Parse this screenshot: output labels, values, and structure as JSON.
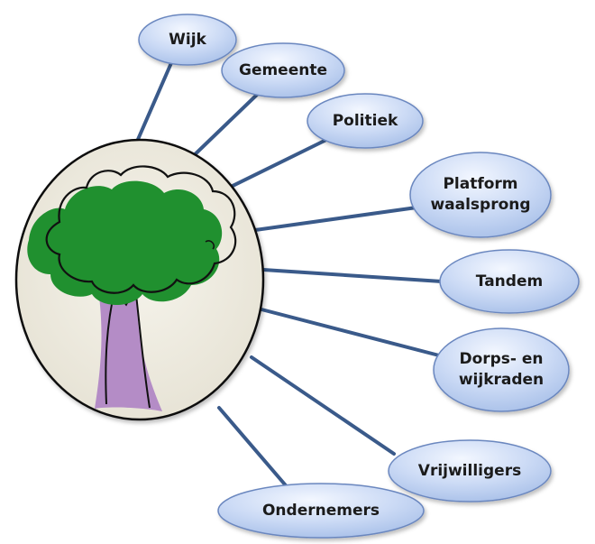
{
  "diagram": {
    "colors": {
      "connector": "#3a5a8a",
      "node_fill_light": "#f3f7ff",
      "node_fill_dark": "#a7bfe8",
      "node_stroke": "#6b87bf",
      "circle_fill": "#eeebe0",
      "canopy": "#20902f",
      "trunk": "#b48cc6"
    },
    "center_icon": "tree-icon",
    "nodes": [
      {
        "id": "wijk",
        "label": "Wijk"
      },
      {
        "id": "gemeente",
        "label": "Gemeente"
      },
      {
        "id": "politiek",
        "label": "Politiek"
      },
      {
        "id": "platform-waalsprong",
        "label": "Platform\nwaalsprong"
      },
      {
        "id": "tandem",
        "label": "Tandem"
      },
      {
        "id": "dorps-en-wijkraden",
        "label": "Dorps- en\nwijkraden"
      },
      {
        "id": "vrijwilligers",
        "label": "Vrijwilligers"
      },
      {
        "id": "ondernemers",
        "label": "Ondernemers"
      }
    ]
  }
}
